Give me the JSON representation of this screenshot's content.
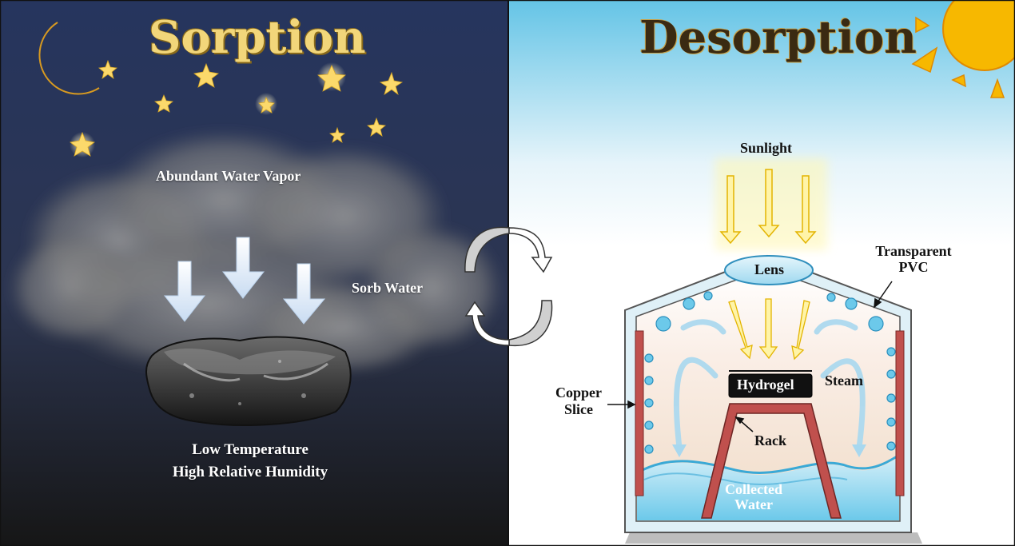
{
  "sorption": {
    "title": "Sorption",
    "vapor_label": "Abundant Water Vapor",
    "sorb_label": "Sorb Water",
    "condition_line1": "Low Temperature",
    "condition_line2": "High Relative Humidity"
  },
  "desorption": {
    "title": "Desorption",
    "sunlight_label": "Sunlight",
    "lens_label": "Lens",
    "pvc_line1": "Transparent",
    "pvc_line2": "PVC",
    "copper_line1": "Copper",
    "copper_line2": "Slice",
    "hydrogel_label": "Hydrogel",
    "steam_label": "Steam",
    "rack_label": "Rack",
    "water_line1": "Collected",
    "water_line2": "Water"
  },
  "colors": {
    "night_sky_top": "#26355e",
    "night_sky_bottom": "#161616",
    "day_sky_top": "#64c4e6",
    "title_gold": "#f2d67a",
    "title_dark": "#3a2a12",
    "sun": "#f7b800",
    "copper": "#c0504d",
    "water": "#6cc9ea",
    "hydrogel": "#111111"
  }
}
